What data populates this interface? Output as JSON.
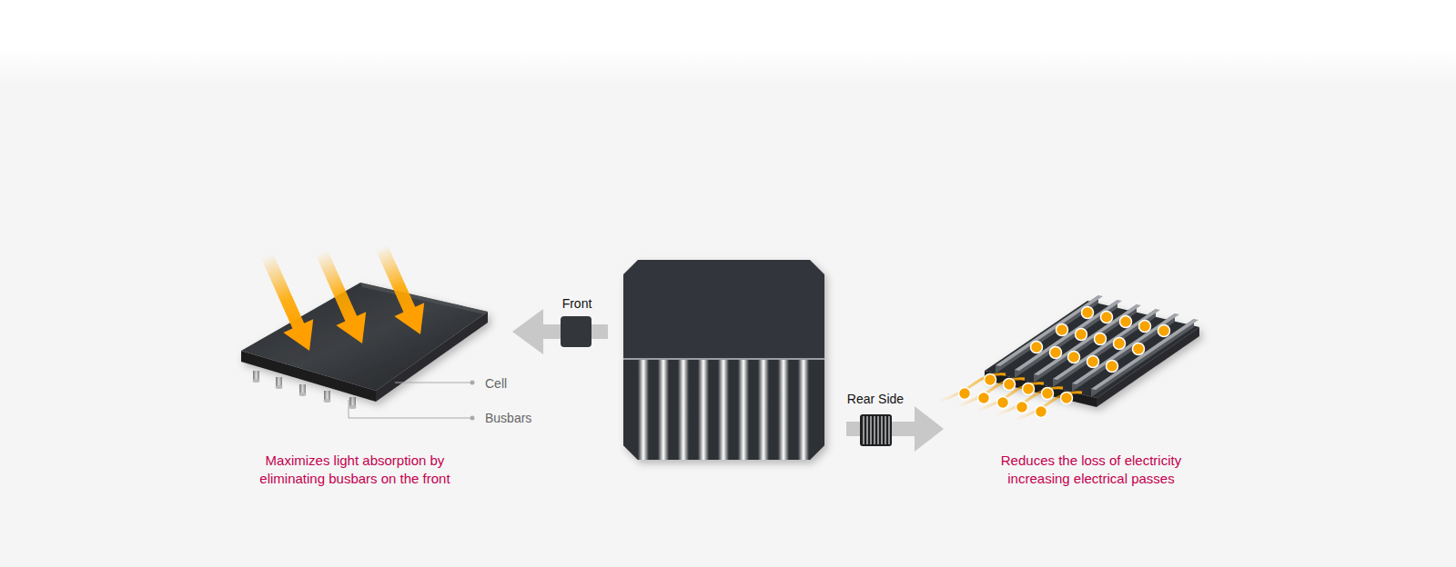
{
  "diagram": {
    "labels": [
      "Front",
      "Cell",
      "Busbars",
      "Maximizes light absorption by eliminating busbars on the front",
      "Rear Side",
      "Reduces the loss of electricity increasing electrical passes"
    ]
  }
}
